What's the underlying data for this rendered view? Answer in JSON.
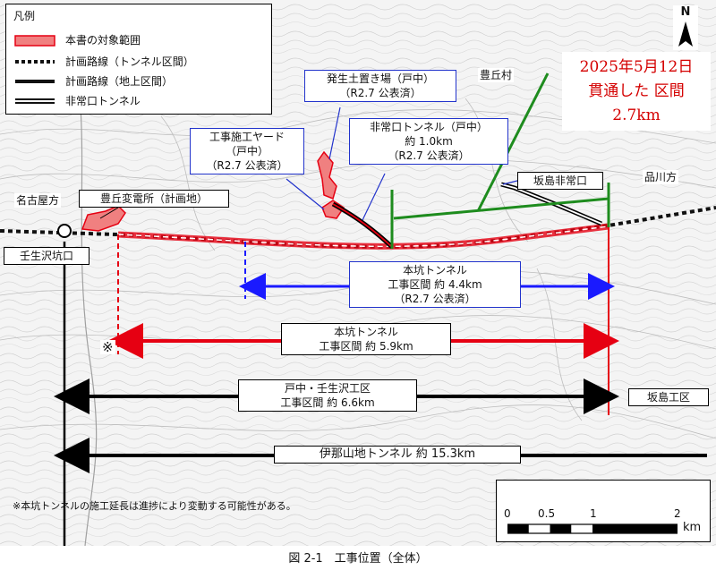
{
  "legend": {
    "title": "凡例",
    "items": [
      {
        "symbol": "red-fill",
        "label": "本書の対象範囲"
      },
      {
        "symbol": "dotted-black",
        "label": "計画路線（トンネル区間）"
      },
      {
        "symbol": "solid-black",
        "label": "計画路線（地上区間）"
      },
      {
        "symbol": "double-line",
        "label": "非常口トンネル"
      }
    ]
  },
  "north": {
    "label": "N"
  },
  "announcement": {
    "line1": "2025年5月12日",
    "line2": "貫通した 区間",
    "line3": "2.7km"
  },
  "places": {
    "toyooka_village": "豊丘村",
    "shinagawa": "品川方",
    "nagoya": "名古屋方"
  },
  "boxes": {
    "soil_yard": {
      "line1": "発生土置き場（戸中）",
      "line2": "（R2.7 公表済）"
    },
    "work_yard": {
      "line1": "工事施工ヤード",
      "line2": "（戸中）",
      "line3": "（R2.7 公表済）"
    },
    "emergency_tunnel": {
      "line1": "非常口トンネル（戸中）",
      "line2": "約 1.0km",
      "line3": "（R2.7 公表済）"
    },
    "sakashima_exit": "坂島非常口",
    "substation": "豊丘変電所（計画地）",
    "mibuzawa_exit": "壬生沢坑口",
    "main_tunnel_44": {
      "line1": "本坑トンネル",
      "line2": "工事区間 約 4.4km",
      "line3": "（R2.7 公表済）"
    },
    "main_tunnel_59": {
      "line1": "本坑トンネル",
      "line2": "工事区間 約 5.9km"
    },
    "tonaka_mibuzawa": {
      "line1": "戸中・壬生沢工区",
      "line2": "工事区間 約 6.6km"
    },
    "sakashima_section": "坂島工区",
    "ina_tunnel": "伊那山地トンネル 約 15.3km"
  },
  "asterisk": "※",
  "footnote": "※本坑トンネルの施工延長は進捗により変動する可能性がある。",
  "scale": {
    "ticks": [
      "0",
      "0.5",
      "1",
      "2"
    ],
    "unit": "km"
  },
  "caption": "図 2-1　工事位置（全体）",
  "colors": {
    "red": "#e60012",
    "blue": "#1a1aff",
    "green": "#1e8c1e",
    "blue_border": "#2233cc"
  }
}
